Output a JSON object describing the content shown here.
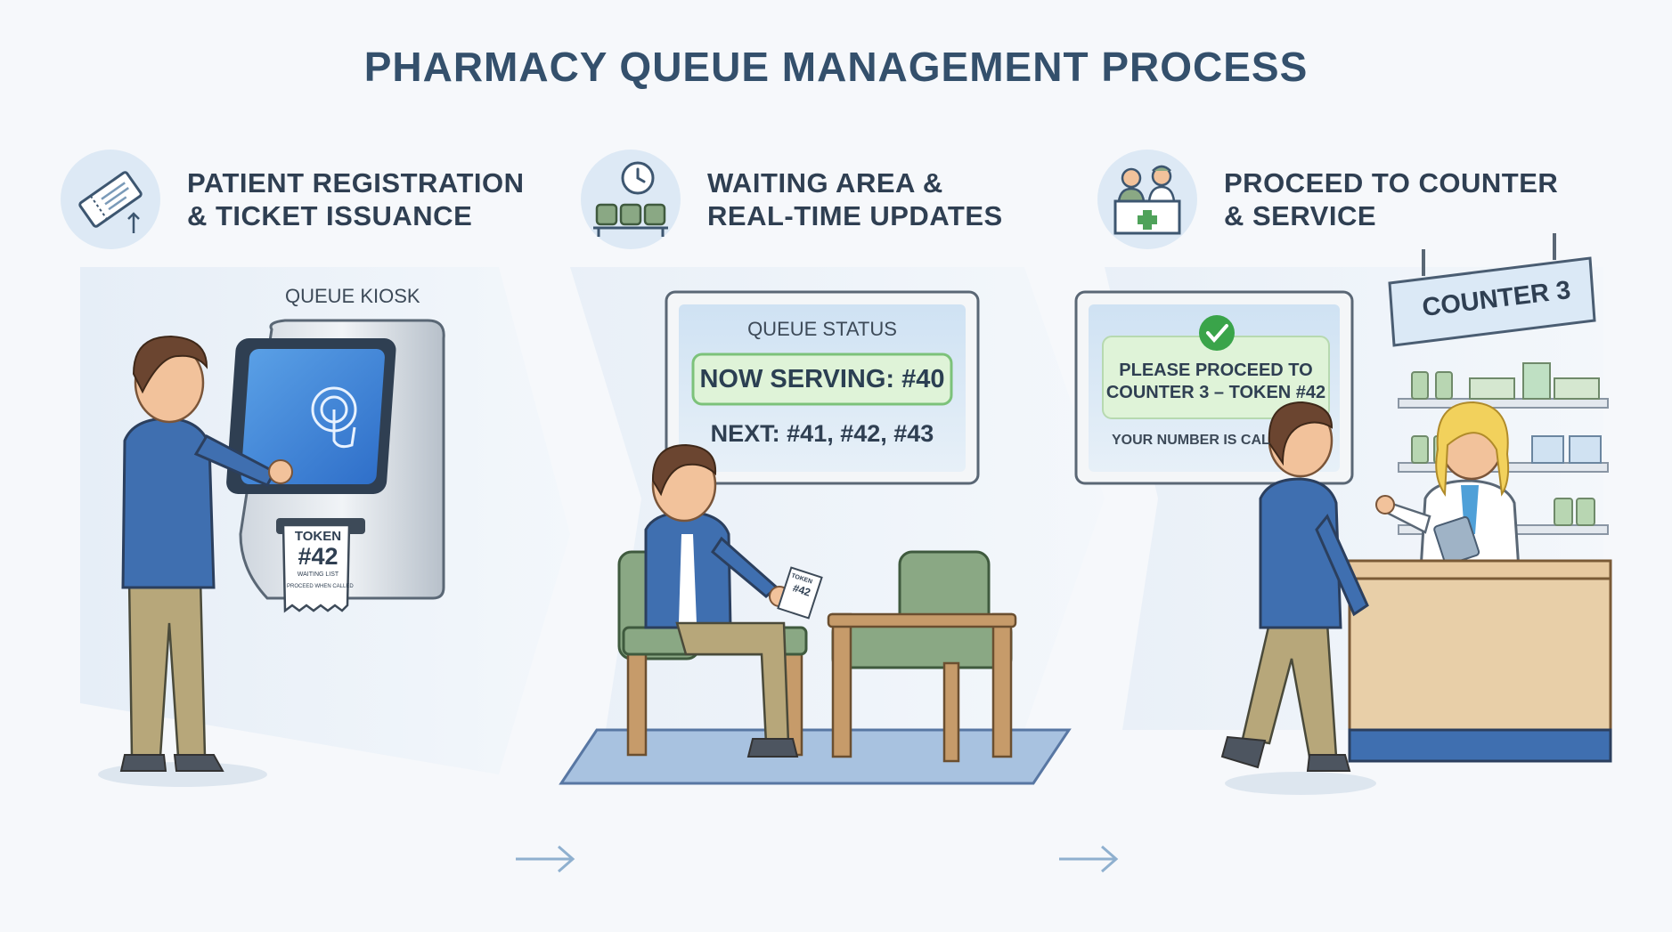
{
  "title": "PHARMACY QUEUE MANAGEMENT PROCESS",
  "steps": [
    {
      "line1": "PATIENT REGISTRATION",
      "line2": "& TICKET ISSUANCE",
      "icon": "ticket-icon"
    },
    {
      "line1": "WAITING AREA &",
      "line2": "REAL-TIME UPDATES",
      "icon": "clock-seats-icon"
    },
    {
      "line1": "PROCEED TO COUNTER",
      "line2": "& SERVICE",
      "icon": "pharmacist-counter-icon"
    }
  ],
  "kiosk": {
    "label": "QUEUE KIOSK",
    "ticket_line1": "TOKEN",
    "ticket_line2": "#42",
    "ticket_line3": "WAITING LIST",
    "ticket_line4": "PROCEED WHEN CALLED"
  },
  "queue_board": {
    "heading": "QUEUE STATUS",
    "now_serving": "NOW SERVING: #40",
    "next": "NEXT: #41, #42, #43"
  },
  "hand_ticket": {
    "line1": "TOKEN",
    "line2": "#42"
  },
  "call_board": {
    "line1": "PLEASE PROCEED TO",
    "line2": "COUNTER 3 – TOKEN #42",
    "footer": "YOUR NUMBER IS CAL"
  },
  "counter_sign": "COUNTER 3",
  "colors": {
    "title": "#34506c",
    "accent_blue": "#3f6fb0",
    "screen_green": "#dff3d8",
    "check_green": "#3aa44a",
    "chair_green": "#8aa884"
  }
}
